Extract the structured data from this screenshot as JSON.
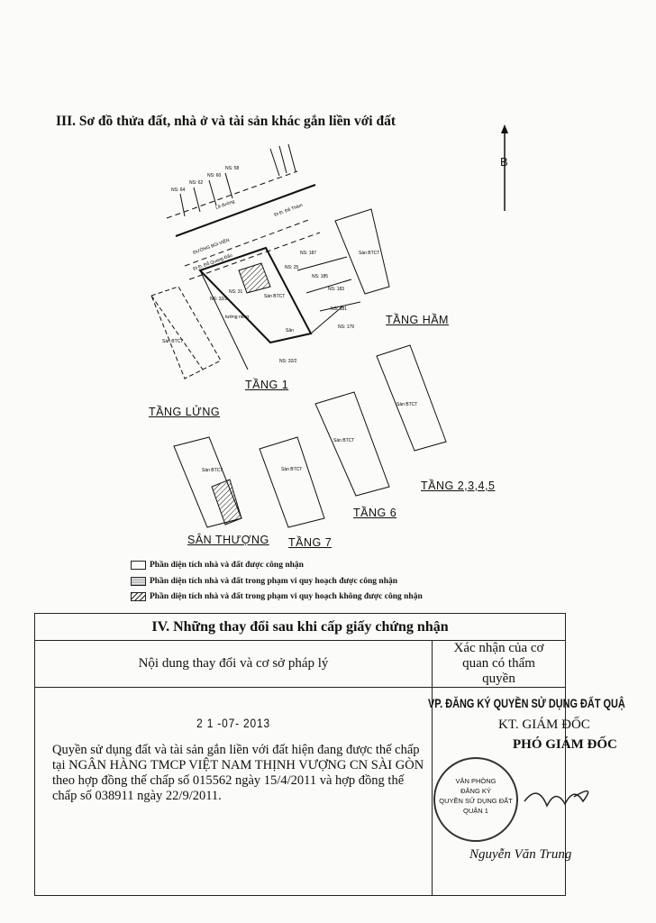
{
  "section3": {
    "title": "III. Sơ đồ thửa đất, nhà ở và tài sản khác gắn liền với đất"
  },
  "north_label": "B",
  "map": {
    "street": "ĐƯỜNG BÙI VIỆN",
    "sidewalk": "Lề đường",
    "to_de_tham": "Đi Đ. Đề Thám",
    "to_do_quang_dau": "Đi Đ. Đỗ Quang Đẩu",
    "lots": [
      "NS: 64",
      "NS: 62",
      "NS: 60",
      "NS: 58",
      "NS: 187",
      "NS: 25",
      "NS: 185",
      "NS: 183",
      "NS: 181",
      "NS: 179",
      "NS: 31",
      "NS: 32/2",
      "NS: 32/2"
    ],
    "private_wall": "tường riêng",
    "floor_slab": "Sàn BTCT",
    "yard": "Sân"
  },
  "floors": {
    "basement": "TẦNG HẦM",
    "ground": "TẦNG 1",
    "mezzanine": "TẦNG LỬNG",
    "f2345": "TẦNG 2,3,4,5",
    "f6": "TẦNG 6",
    "rooftop": "SÂN THƯỢNG",
    "f7": "TẦNG 7"
  },
  "legend": [
    "Phần diện tích nhà và đất được công nhận",
    "Phần diện tích nhà và đất trong phạm vi quy hoạch được công nhận",
    "Phần diện tích nhà và đất trong phạm vi quy hoạch không được công nhận"
  ],
  "section4": {
    "title": "IV. Những thay đổi sau khi cấp giấy chứng nhận",
    "col_content": "Nội dung thay đổi và cơ sở pháp lý",
    "col_auth": "Xác nhận của cơ quan có thẩm quyền",
    "date": "2 1 -07- 2013",
    "content": "Quyền sử dụng đất và tài sản gắn liền với đất hiện đang được thế chấp tại NGÂN HÀNG TMCP VIỆT NAM THỊNH VƯỢNG CN SÀI GÒN theo hợp đồng thế chấp số 015562 ngày 15/4/2011 và hợp đồng thế chấp số 038911 ngày 22/9/2011.",
    "office": "VP. ĐĂNG KÝ QUYỀN SỬ DỤNG ĐẤT QUẬ",
    "kt": "KT. GIÁM ĐỐC",
    "deputy": "PHÓ GIÁM ĐỐC",
    "stamp": [
      "VĂN PHÒNG",
      "ĐĂNG KÝ",
      "QUYỀN SỬ DỤNG ĐẤT",
      "QUẬN 1"
    ],
    "signer": "Nguyễn Văn Trung"
  }
}
